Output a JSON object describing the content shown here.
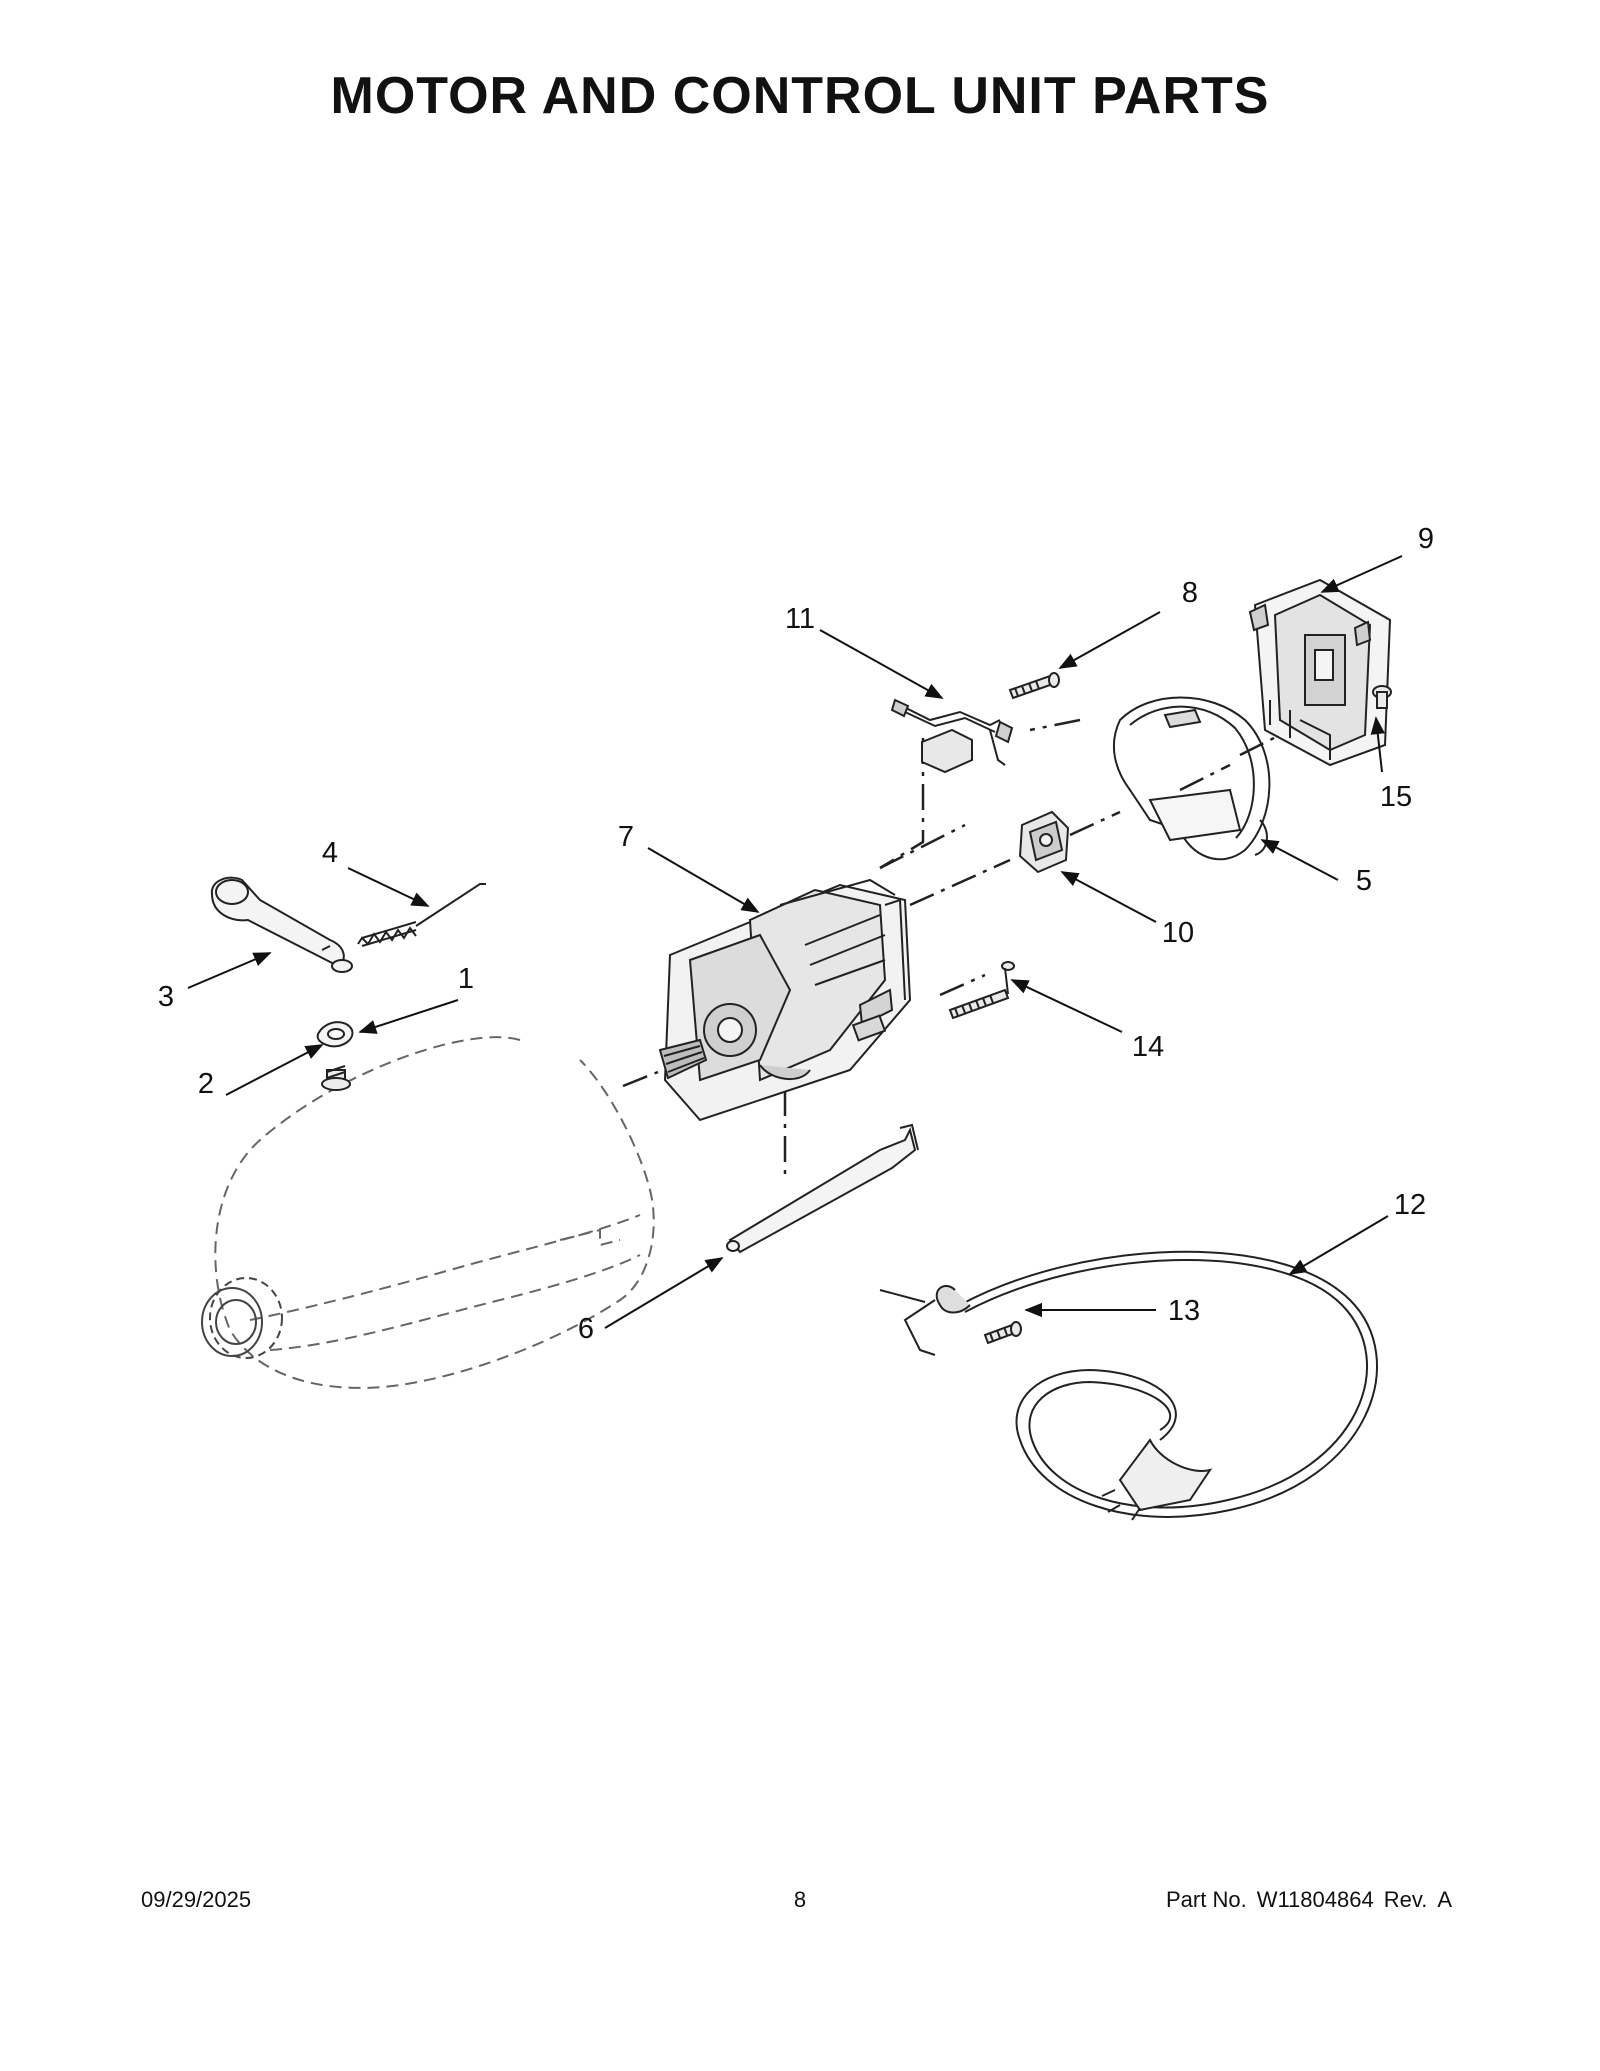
{
  "header": {
    "title": "MOTOR AND CONTROL UNIT PARTS"
  },
  "callouts": [
    "1",
    "2",
    "3",
    "4",
    "5",
    "6",
    "7",
    "8",
    "9",
    "10",
    "11",
    "12",
    "13",
    "14",
    "15"
  ],
  "footer": {
    "date": "09/29/2025",
    "page": "8",
    "part_label": "Part No.",
    "part_number": "W11804864",
    "rev_label": "Rev.",
    "rev": "A"
  }
}
